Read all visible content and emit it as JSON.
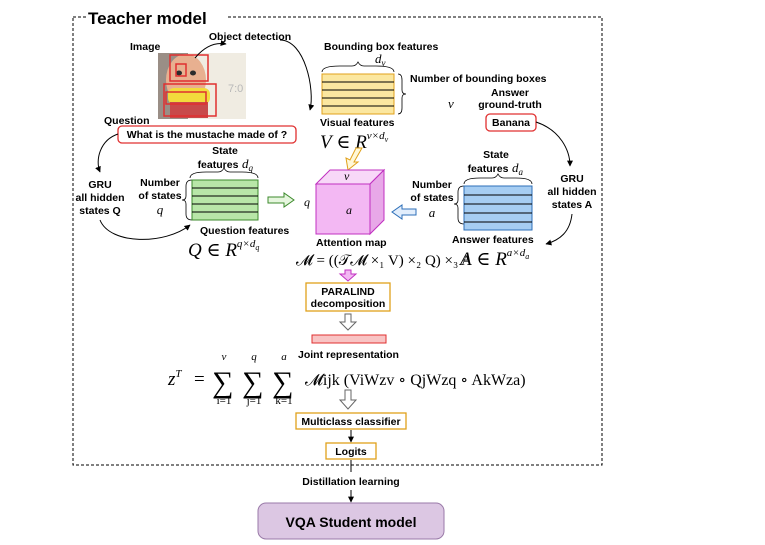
{
  "title": "Teacher model",
  "image": {
    "label": "Image",
    "clock_text": "7:0"
  },
  "object_detection": "Object detection",
  "bounding_box": {
    "features_label": "Bounding box features",
    "features_symbol": "d",
    "features_sub": "v",
    "count_label": "Number of bounding boxes",
    "count_symbol": "v"
  },
  "visual_features": {
    "label": "Visual features",
    "formula_var": "V",
    "formula_set": "R",
    "formula_exp": "v×d",
    "formula_exp_sub": "v"
  },
  "question": {
    "label": "Question",
    "text": "What is the mustache made of ?",
    "gru": "GRU",
    "gru_line2": "all hidden",
    "gru_line3": "states Q",
    "state_label": "State",
    "state_label2": "features",
    "state_symbol": "d",
    "state_sub": "q",
    "num_label": "Number",
    "num_label2": "of states",
    "num_symbol": "q",
    "features_label": "Question features",
    "formula_var": "Q",
    "formula_set": "R",
    "formula_exp": "q×d",
    "formula_exp_sub": "q"
  },
  "answer": {
    "label": "Answer",
    "label2": "ground-truth",
    "text": "Banana",
    "gru": "GRU",
    "gru_line2": "all hidden",
    "gru_line3": "states A",
    "state_label": "State",
    "state_label2": "features",
    "state_symbol": "d",
    "state_sub": "a",
    "num_label": "Number",
    "num_label2": "of states",
    "num_symbol": "a",
    "features_label": "Answer features",
    "formula_var": "A",
    "formula_set": "R",
    "formula_exp": "a×d",
    "formula_exp_sub": "a"
  },
  "attention": {
    "label": "Attention map",
    "cube_v": "v",
    "cube_q": "q",
    "cube_a": "a",
    "formula": "𝓜 = ((𝒯𝓜 ×₁ V) ×₂ Q) ×₃ A"
  },
  "paralind": {
    "line1": "PARALIND",
    "line2": "decomposition"
  },
  "joint": {
    "label": "Joint representation",
    "lhs": "z",
    "lhs_sup": "T",
    "eq": "=",
    "sums": [
      {
        "top": "v",
        "bottom": "i=1"
      },
      {
        "top": "q",
        "bottom": "j=1"
      },
      {
        "top": "a",
        "bottom": "k=1"
      }
    ],
    "body": "𝓜ijk (ViWzv ∘ QjWzq ∘ AkWza)"
  },
  "classifier": "Multiclass classifier",
  "logits": "Logits",
  "distillation": "Distillation learning",
  "student": "VQA Student model",
  "colors": {
    "orange": "#e0a11b",
    "red": "#e03030",
    "green": "#b8e6a8",
    "green_stroke": "#3c8a2c",
    "blue": "#a6cdf2",
    "blue_stroke": "#2d6fb8",
    "yellow": "#fbe7a0",
    "magenta": "#f3b8f3",
    "magenta_stroke": "#c030c0",
    "student": "#dcc7e3"
  }
}
